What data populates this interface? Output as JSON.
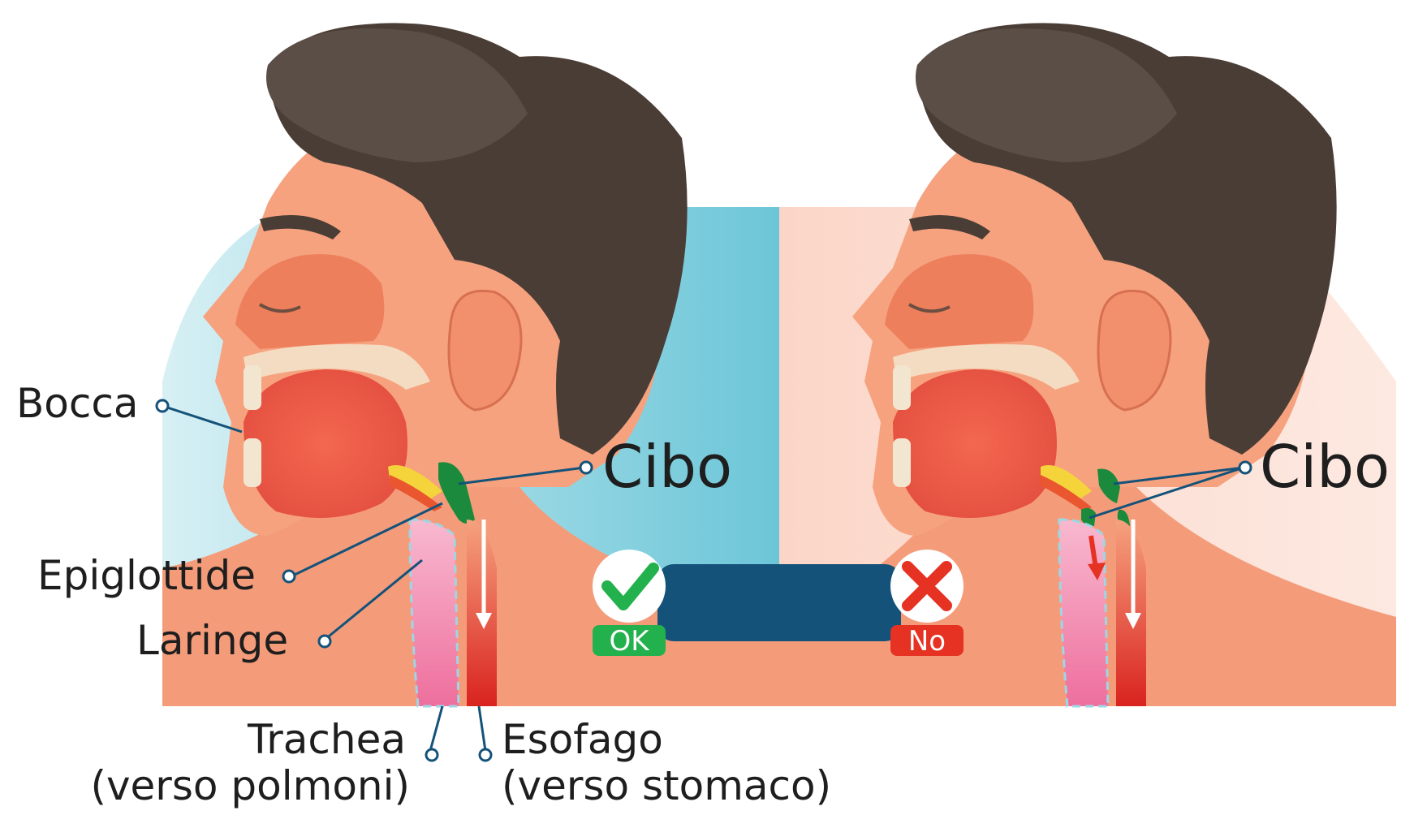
{
  "labels": {
    "mouth": "Bocca",
    "epiglottis": "Epiglottide",
    "larynx": "Laringe",
    "trachea": "Trachea",
    "trachea_note": "(verso polmoni)",
    "esophagus": "Esofago",
    "esophagus_note": "(verso stomaco)",
    "food_left": "Cibo",
    "food_right": "Cibo"
  },
  "badges": {
    "ok": "OK",
    "no": "No"
  },
  "icons": {
    "ok": "check-icon",
    "no": "cross-icon"
  },
  "colors": {
    "skin": "#f6a27f",
    "skin_shade": "#ee7f5c",
    "hair": "#4a3d36",
    "bg_left": "#bfe6ee",
    "bg_right": "#fbe1d6",
    "food": "#1c8a3c",
    "ok_green": "#22b14c",
    "no_red": "#e53223",
    "connector": "#14527a",
    "trachea": "#f08fb5",
    "esophagus": "#d9322a"
  }
}
